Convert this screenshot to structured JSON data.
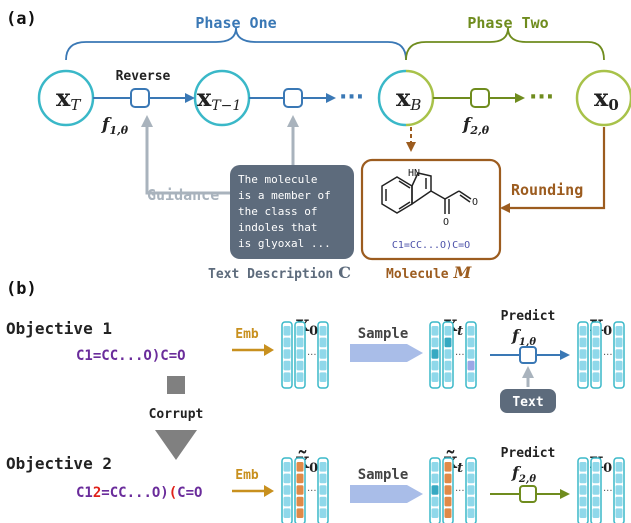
{
  "colors": {
    "teal": "#3ab8c8",
    "blue": "#3a78b5",
    "olive": "#6f8c1e",
    "olive_light": "#a8c24a",
    "brown": "#9c5c1f",
    "gray_arrow": "#a9b3bd",
    "slate": "#5d6b7c",
    "purple": "#6a2c9b",
    "red": "#e0211a",
    "cell_fill": "#8fd8ea",
    "cell_dark": "#36a9c2",
    "cell_orange": "#e08a48",
    "cell_purple": "#9ba7e6",
    "corrupt_gray": "#808080"
  },
  "part_a": {
    "label": "(a)",
    "phase_one": "Phase One",
    "phase_two": "Phase Two",
    "node_xT": "x",
    "node_xT_sub": "T",
    "node_xT1": "x",
    "node_xT1_sub": "T−1",
    "node_xB": "x",
    "node_xB_sub": "B",
    "node_x0": "x",
    "node_x0_sub": "0",
    "ellipsis": "···",
    "reverse_label": "Reverse",
    "f1": "f",
    "f1_sub": "1,θ",
    "f2": "f",
    "f2_sub": "2,θ",
    "guidance": "Guidance",
    "rounding": "Rounding",
    "text_box_lines": [
      "The molecule",
      "is a member of",
      "the class of",
      "indoles that",
      "is glyoxal ..."
    ],
    "smiles_caption": "C1=CC...O)C=O",
    "molecule_hn": "HN",
    "molecule_o1": "O",
    "molecule_o2": "O",
    "text_desc_label": "Text Description",
    "text_desc_symbol": "C",
    "molecule_label": "Molecule",
    "molecule_symbol": "M"
  },
  "part_b": {
    "label": "(b)",
    "objective1": "Objective 1",
    "objective2": "Objective 2",
    "smiles1": "C1=CC...O)C=O",
    "smiles2_parts": [
      "C1",
      "2",
      "=CC...O)",
      "(",
      "C=O"
    ],
    "emb": "Emb",
    "sample": "Sample",
    "predict": "Predict",
    "text_btn": "Text",
    "corrupt": "Corrupt",
    "x0": "x",
    "x0_sub": "0",
    "xt": "x",
    "xt_sub": "t",
    "xtilde0": "x̃",
    "xtilde0_sub": "0",
    "xtildet": "x̃",
    "xtildet_sub": "t",
    "f1": "f",
    "f1_sub": "1,θ",
    "f2": "f",
    "f2_sub": "2,θ",
    "dots": "···"
  }
}
